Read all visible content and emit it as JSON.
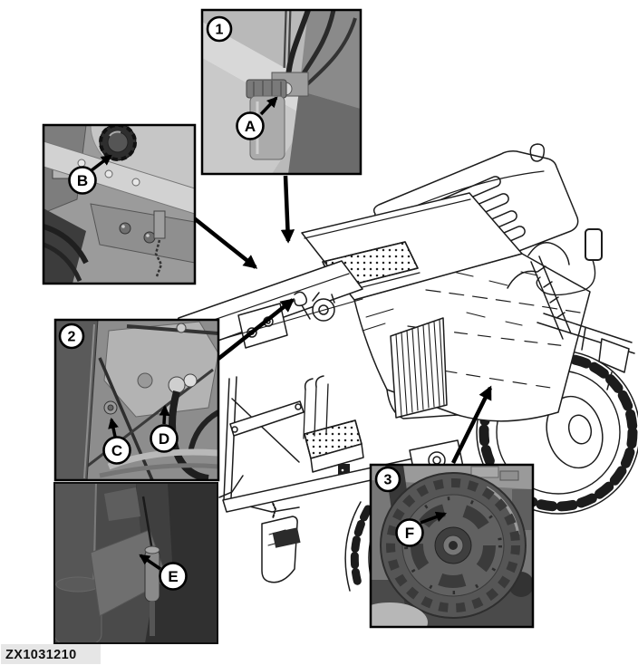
{
  "figure": {
    "code": "ZX1031210"
  },
  "insets": {
    "inset1": {
      "number": "1",
      "callout": "A"
    },
    "insetB": {
      "callout": "B"
    },
    "inset2": {
      "number": "2",
      "callout_c": "C",
      "callout_d": "D"
    },
    "insetE": {
      "callout": "E"
    },
    "inset3": {
      "number": "3",
      "callout": "F"
    }
  },
  "colors": {
    "background": "#ffffff",
    "line": "#1c1c1c",
    "arrow": "#000000",
    "callout_fill": "#ffffff",
    "callout_stroke": "#000000",
    "code_bg": "#e6e6e6"
  }
}
